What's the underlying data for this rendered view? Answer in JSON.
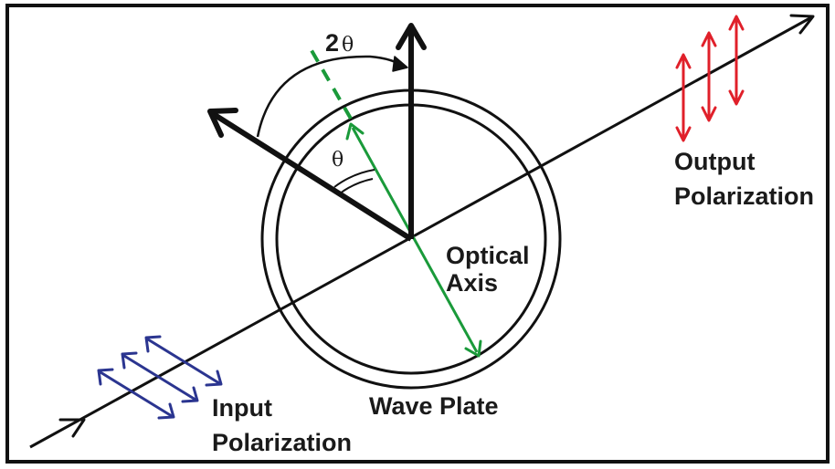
{
  "labels": {
    "two_theta_num": "2",
    "two_theta_sym": "θ",
    "theta": "θ",
    "optical_axis_line1": "Optical",
    "optical_axis_line2": "Axis",
    "wave_plate": "Wave Plate",
    "output_line1": "Output",
    "output_line2": "Polarization",
    "input_line1": "Input",
    "input_line2": "Polarization"
  },
  "colors": {
    "border": "#111111",
    "beam": "#111111",
    "optical_axis": "#1a9a3a",
    "input_polarization": "#2b3590",
    "output_polarization": "#e0202a",
    "text": "#1a1a1a"
  }
}
